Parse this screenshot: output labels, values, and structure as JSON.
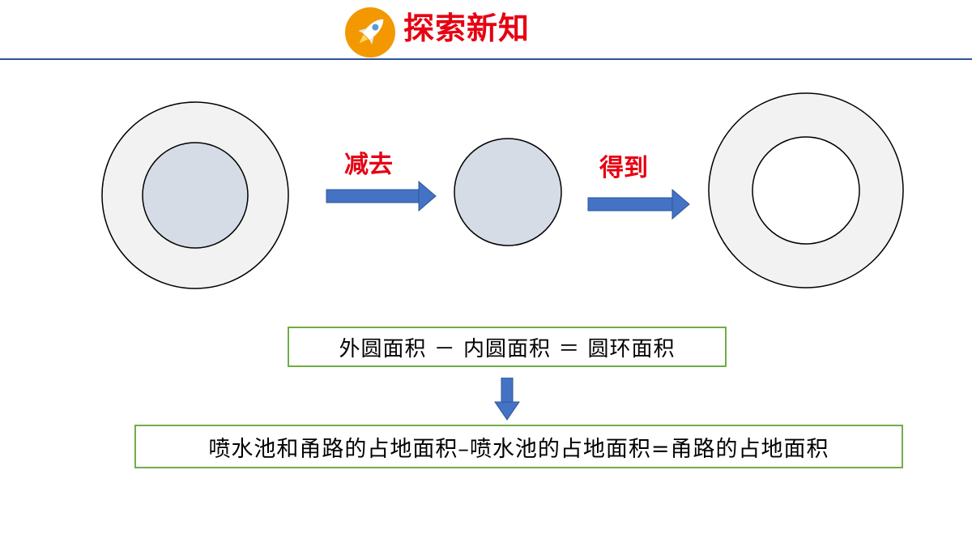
{
  "header": {
    "title": "探索新知",
    "logo_icon": "rocket-icon",
    "accent_color": "#e60012",
    "rule_color": "#2f5597"
  },
  "diagram": {
    "step1_label": "减去",
    "step2_label": "得到",
    "arrow_color": "#4472c4",
    "inner_circle_color": "#d6dce5",
    "ring_color": "#f2f2f2"
  },
  "formulas": {
    "general": "外圆面积 － 内圆面积 ＝ 圆环面积",
    "applied": "喷水池和甬路的占地面积–喷水池的占地面积=甬路的占地面积",
    "box_border_color": "#70ad47"
  }
}
